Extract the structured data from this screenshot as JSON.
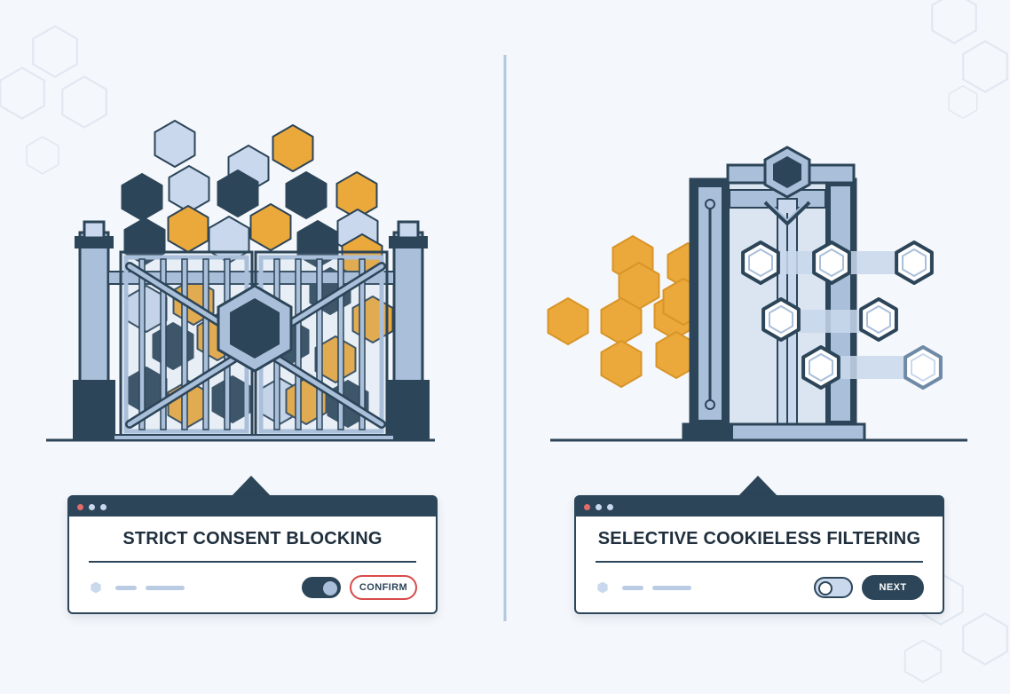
{
  "colors": {
    "navy": "#2c4558",
    "steel": "#a9bfda",
    "light_blue": "#c9d8ec",
    "amber": "#eba93b",
    "confirm_red": "#d94a4a",
    "background": "#f4f7fb"
  },
  "panels": {
    "left": {
      "title": "STRICT CONSENT BLOCKING",
      "button_label": "CONFIRM",
      "toggle_state": "on"
    },
    "right": {
      "title": "SELECTIVE COOKIELESS FILTERING",
      "button_label": "NEXT",
      "toggle_state": "off"
    }
  },
  "icons": {
    "gate": "locked-gate-icon",
    "filter": "filter-tower-icon",
    "hexagon": "hexagon-icon"
  }
}
